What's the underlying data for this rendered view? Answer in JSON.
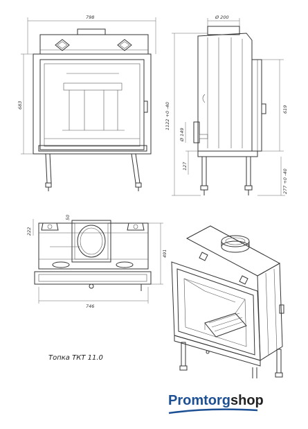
{
  "front_view": {
    "width_label": "798",
    "height_label": "683"
  },
  "side_view": {
    "flue_label": "Ø 200",
    "total_height_label": "1122 +0 -40",
    "door_height_label": "619",
    "flue_small_label": "Ø 149",
    "leg_label": "127",
    "leg_adjust_label": "277 +0 -40"
  },
  "top_view": {
    "depth_label": "491",
    "offset_label": "222",
    "small_offset_label": "50",
    "width_label": "746"
  },
  "caption": "Топка ТКТ 11.0",
  "logo": {
    "part1": "Promtorg",
    "part2": "shop",
    "color": "#1c4f93"
  }
}
